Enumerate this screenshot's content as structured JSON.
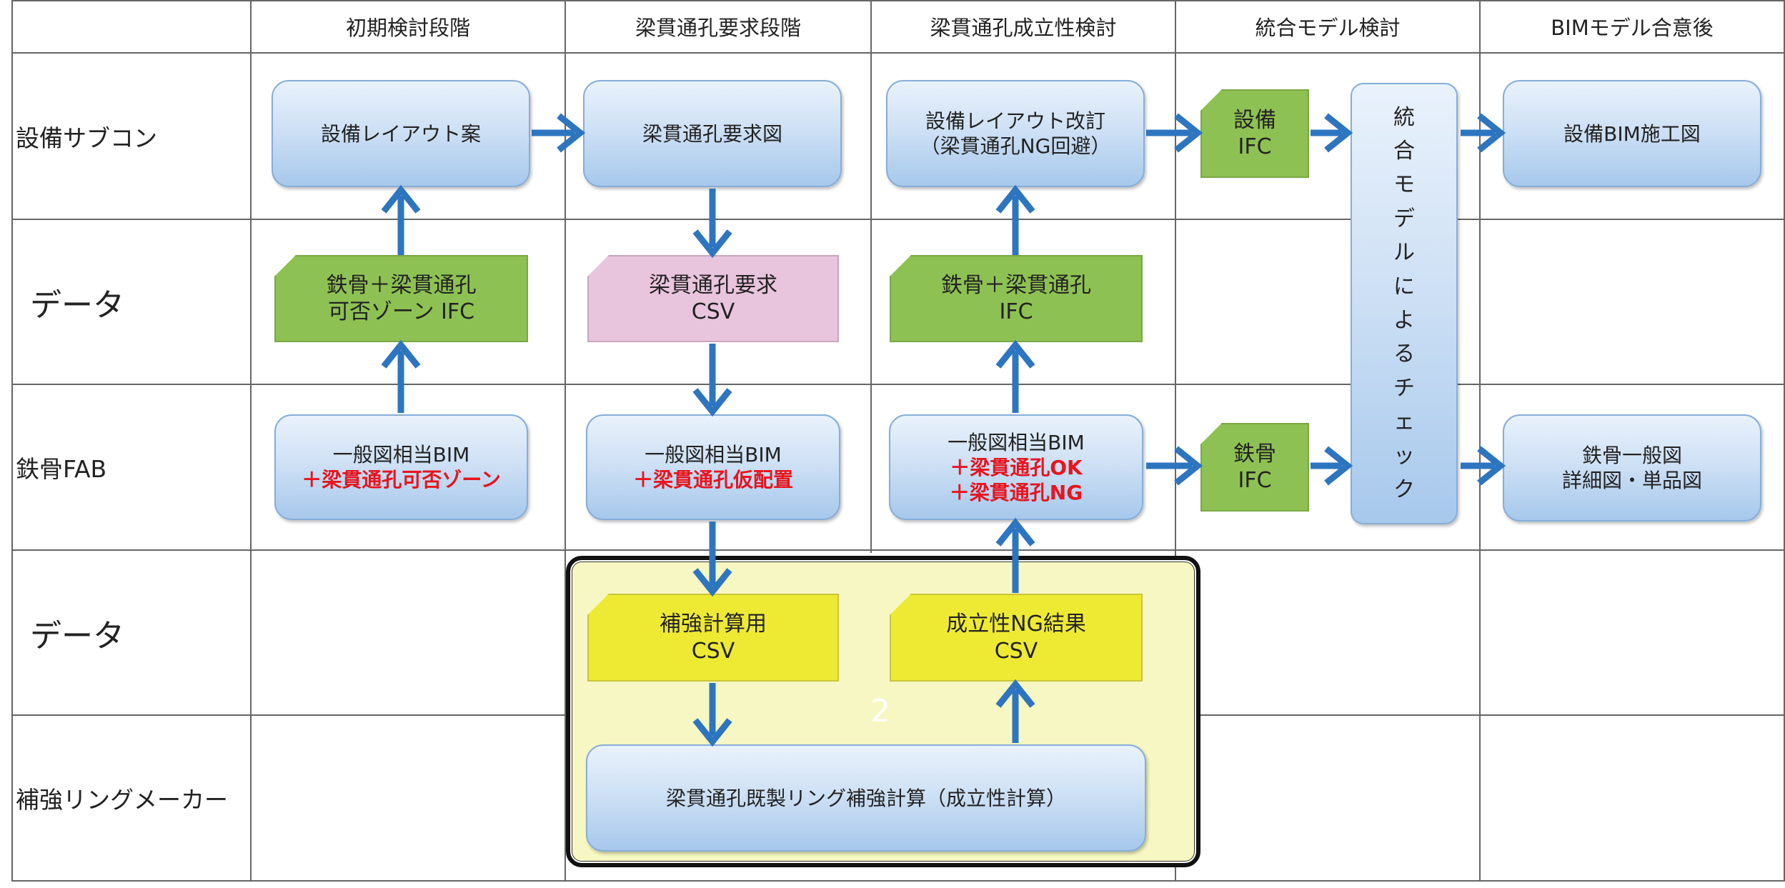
{
  "headers": [
    "初期検討段階",
    "梁貫通孔要求段階",
    "梁貫通孔成立性検討",
    "統合モデル検討",
    "BIMモデル合意後"
  ],
  "rows": [
    "設備サブコン",
    "データ",
    "鉄骨FAB",
    "データ",
    "補強リングメーカー"
  ],
  "boxes": {
    "layout_draft": "設備レイアウト案",
    "request_drawing": "梁貫通孔要求図",
    "layout_rev_1": "設備レイアウト改訂",
    "layout_rev_2": "（梁貫通孔NG回避）",
    "eq_ifc_1": "設備",
    "eq_ifc_2": "IFC",
    "integrated_check": [
      "統",
      "合",
      "モ",
      "デ",
      "ル",
      "に",
      "よ",
      "る",
      "チ",
      "ェ",
      "ッ",
      "ク"
    ],
    "eq_bim_drawing": "設備BIM施工図",
    "zone_ifc_1": "鉄骨＋梁貫通孔",
    "zone_ifc_2": "可否ゾーン IFC",
    "req_csv_1": "梁貫通孔要求",
    "req_csv_2": "CSV",
    "steel_hole_ifc_1": "鉄骨＋梁貫通孔",
    "steel_hole_ifc_2": "IFC",
    "bim1_1": "一般図相当BIM",
    "bim1_2": "＋梁貫通孔可否ゾーン",
    "bim2_1": "一般図相当BIM",
    "bim2_2": "＋梁貫通孔仮配置",
    "bim3_1": "一般図相当BIM",
    "bim3_2": "＋梁貫通孔OK",
    "bim3_3": "＋梁貫通孔NG",
    "steel_ifc_1": "鉄骨",
    "steel_ifc_2": "IFC",
    "steel_drawings_1": "鉄骨一般図",
    "steel_drawings_2": "詳細図・単品図",
    "calc_csv_1": "補強計算用",
    "calc_csv_2": "CSV",
    "ng_csv_1": "成立性NG結果",
    "ng_csv_2": "CSV",
    "ring_calc": "梁貫通孔既製リング補強計算（成立性計算）"
  },
  "slide_number": "2",
  "colors": {
    "arrow": "#2e75c0",
    "process_box": "#cfe1f5",
    "ifc_green": "#8ec153",
    "csv_pink": "#e9c5dd",
    "csv_yellow": "#eeea33",
    "highlight": "#f7f7c3",
    "red_text": "#e8141e"
  }
}
